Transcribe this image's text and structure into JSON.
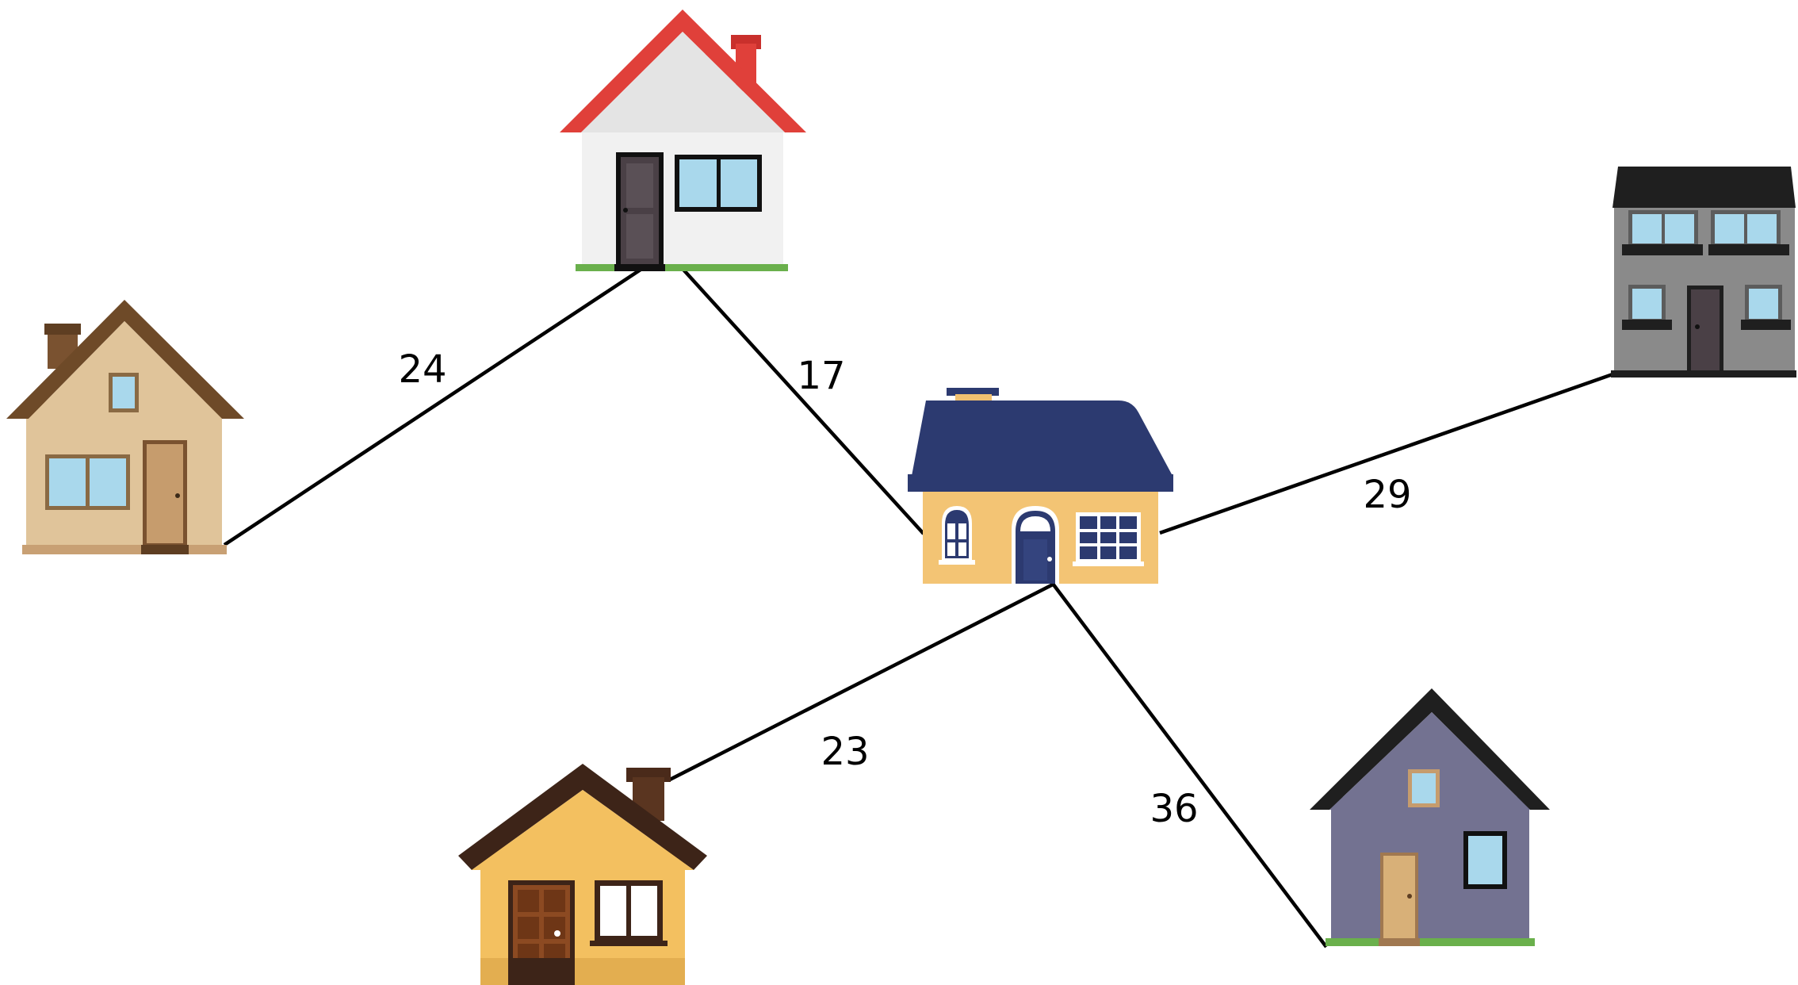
{
  "colors": {
    "background": "#ffffff",
    "edge": "#000000",
    "label": "#000000"
  },
  "nodes": [
    {
      "id": "tan-house",
      "icon": "tan-house-icon"
    },
    {
      "id": "white-house",
      "icon": "white-red-roof-house-icon"
    },
    {
      "id": "central-house",
      "icon": "yellow-navy-roof-house-icon"
    },
    {
      "id": "gray-house",
      "icon": "gray-townhouse-icon"
    },
    {
      "id": "yellow-house",
      "icon": "yellow-brown-roof-house-icon"
    },
    {
      "id": "purple-house",
      "icon": "purple-house-icon"
    }
  ],
  "edges": [
    {
      "from": "tan-house",
      "to": "white-house",
      "label": "24"
    },
    {
      "from": "white-house",
      "to": "central-house",
      "label": "17"
    },
    {
      "from": "central-house",
      "to": "gray-house",
      "label": "29"
    },
    {
      "from": "central-house",
      "to": "yellow-house",
      "label": "23"
    },
    {
      "from": "central-house",
      "to": "purple-house",
      "label": "36"
    }
  ]
}
